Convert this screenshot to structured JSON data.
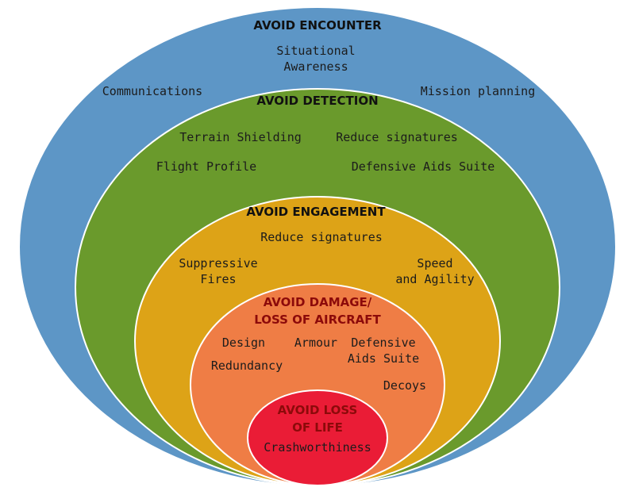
{
  "colors": {
    "encounter": "#5d96c6",
    "detection": "#6a9a2c",
    "engagement": "#dda317",
    "damage": "#ef7d45",
    "life": "#ea1c36",
    "ring_stroke": "#ffffff"
  },
  "layers": {
    "encounter": {
      "title": "AVOID ENCOUNTER",
      "items": [
        "Situational\nAwareness",
        "Communications",
        "Mission planning"
      ]
    },
    "detection": {
      "title": "AVOID DETECTION",
      "items": [
        "Terrain Shielding",
        "Reduce signatures",
        "Flight Profile",
        "Defensive Aids Suite"
      ]
    },
    "engagement": {
      "title": "AVOID ENGAGEMENT",
      "items": [
        "Reduce signatures",
        "Suppressive\nFires",
        "Speed\nand Agility"
      ]
    },
    "damage": {
      "title": "AVOID DAMAGE/\nLOSS OF AIRCRAFT",
      "items": [
        "Design",
        "Armour",
        "Defensive\nAids Suite",
        "Redundancy",
        "Decoys"
      ]
    },
    "life": {
      "title": "AVOID LOSS\nOF LIFE",
      "items": [
        "Crashworthiness"
      ]
    }
  }
}
